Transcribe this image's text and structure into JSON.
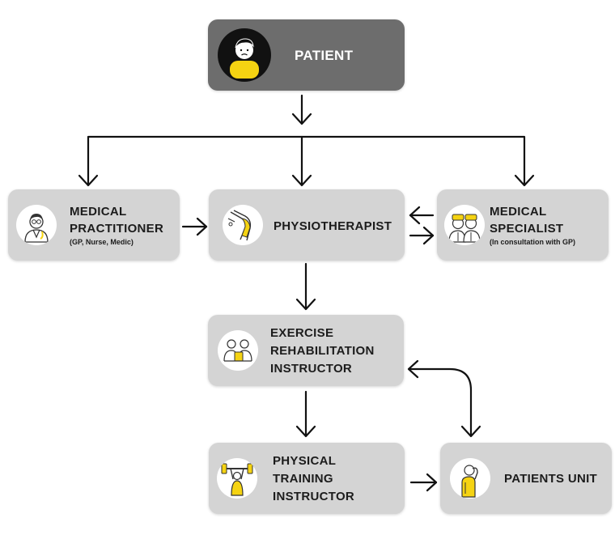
{
  "nodes": {
    "patient": {
      "title": "PATIENT",
      "icon": "patient-icon"
    },
    "medical_practitioner": {
      "title_lines": [
        "MEDICAL",
        "PRACTITIONER"
      ],
      "subtitle": "(GP, Nurse, Medic)",
      "icon": "doctor-icon"
    },
    "physiotherapist": {
      "title": "PHYSIOTHERAPIST",
      "icon": "knee-icon"
    },
    "medical_specialist": {
      "title_lines": [
        "MEDICAL",
        "SPECIALIST"
      ],
      "subtitle": "(In consultation with GP)",
      "icon": "specialists-icon"
    },
    "exercise_rehab_instructor": {
      "title_lines": [
        "EXERCISE",
        "REHABILITATION",
        "INSTRUCTOR"
      ],
      "icon": "rehab-session-icon"
    },
    "physical_training_instructor": {
      "title_lines": [
        "PHYSICAL",
        "TRAINING",
        "INSTRUCTOR"
      ],
      "icon": "weightlifter-icon"
    },
    "patients_unit": {
      "title": "PATIENTS UNIT",
      "icon": "patient-unit-icon"
    }
  },
  "colors": {
    "box": "#d4d4d4",
    "patient_box": "#6d6d6d",
    "accent": "#f5d312",
    "arrow": "#111111"
  }
}
